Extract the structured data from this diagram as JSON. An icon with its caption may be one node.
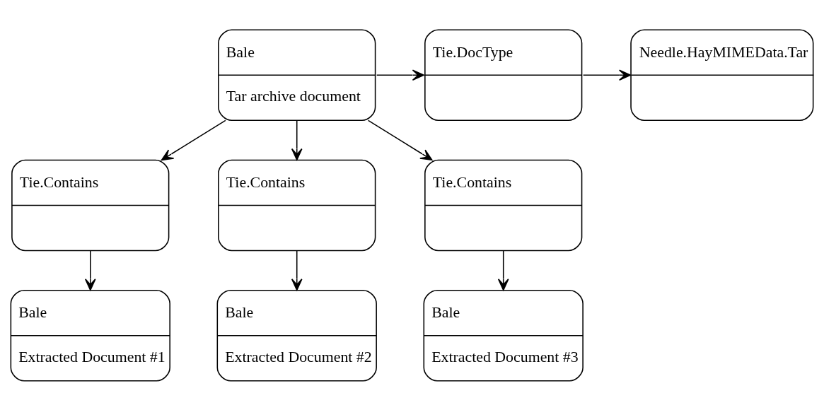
{
  "diagram": {
    "nodes": [
      {
        "text": [
          "Bale",
          "Tar archive document"
        ]
      },
      {
        "text": [
          "Tie.DocType"
        ]
      },
      {
        "text": [
          "Needle.HayMIMEData.Tar"
        ]
      },
      {
        "text": [
          "Tie.Contains"
        ]
      },
      {
        "text": [
          "Tie.Contains"
        ]
      },
      {
        "text": [
          "Tie.Contains"
        ]
      },
      {
        "text": [
          "Bale",
          "Extracted Document #1"
        ]
      },
      {
        "text": [
          "Bale",
          "Extracted Document #2"
        ]
      },
      {
        "text": [
          "Bale",
          "Extracted Document #3"
        ]
      }
    ],
    "edges": [
      {
        "from": 0,
        "to": 1,
        "arrow": "to"
      },
      {
        "from": 1,
        "to": 2,
        "arrow": "to"
      },
      {
        "from": 0,
        "to": 3,
        "arrow": "to"
      },
      {
        "from": 0,
        "to": 4,
        "arrow": "to"
      },
      {
        "from": 0,
        "to": 5,
        "arrow": "to"
      },
      {
        "from": 3,
        "to": 6,
        "arrow": "to"
      },
      {
        "from": 4,
        "to": 7,
        "arrow": "to"
      },
      {
        "from": 5,
        "to": 8,
        "arrow": "to"
      }
    ]
  }
}
